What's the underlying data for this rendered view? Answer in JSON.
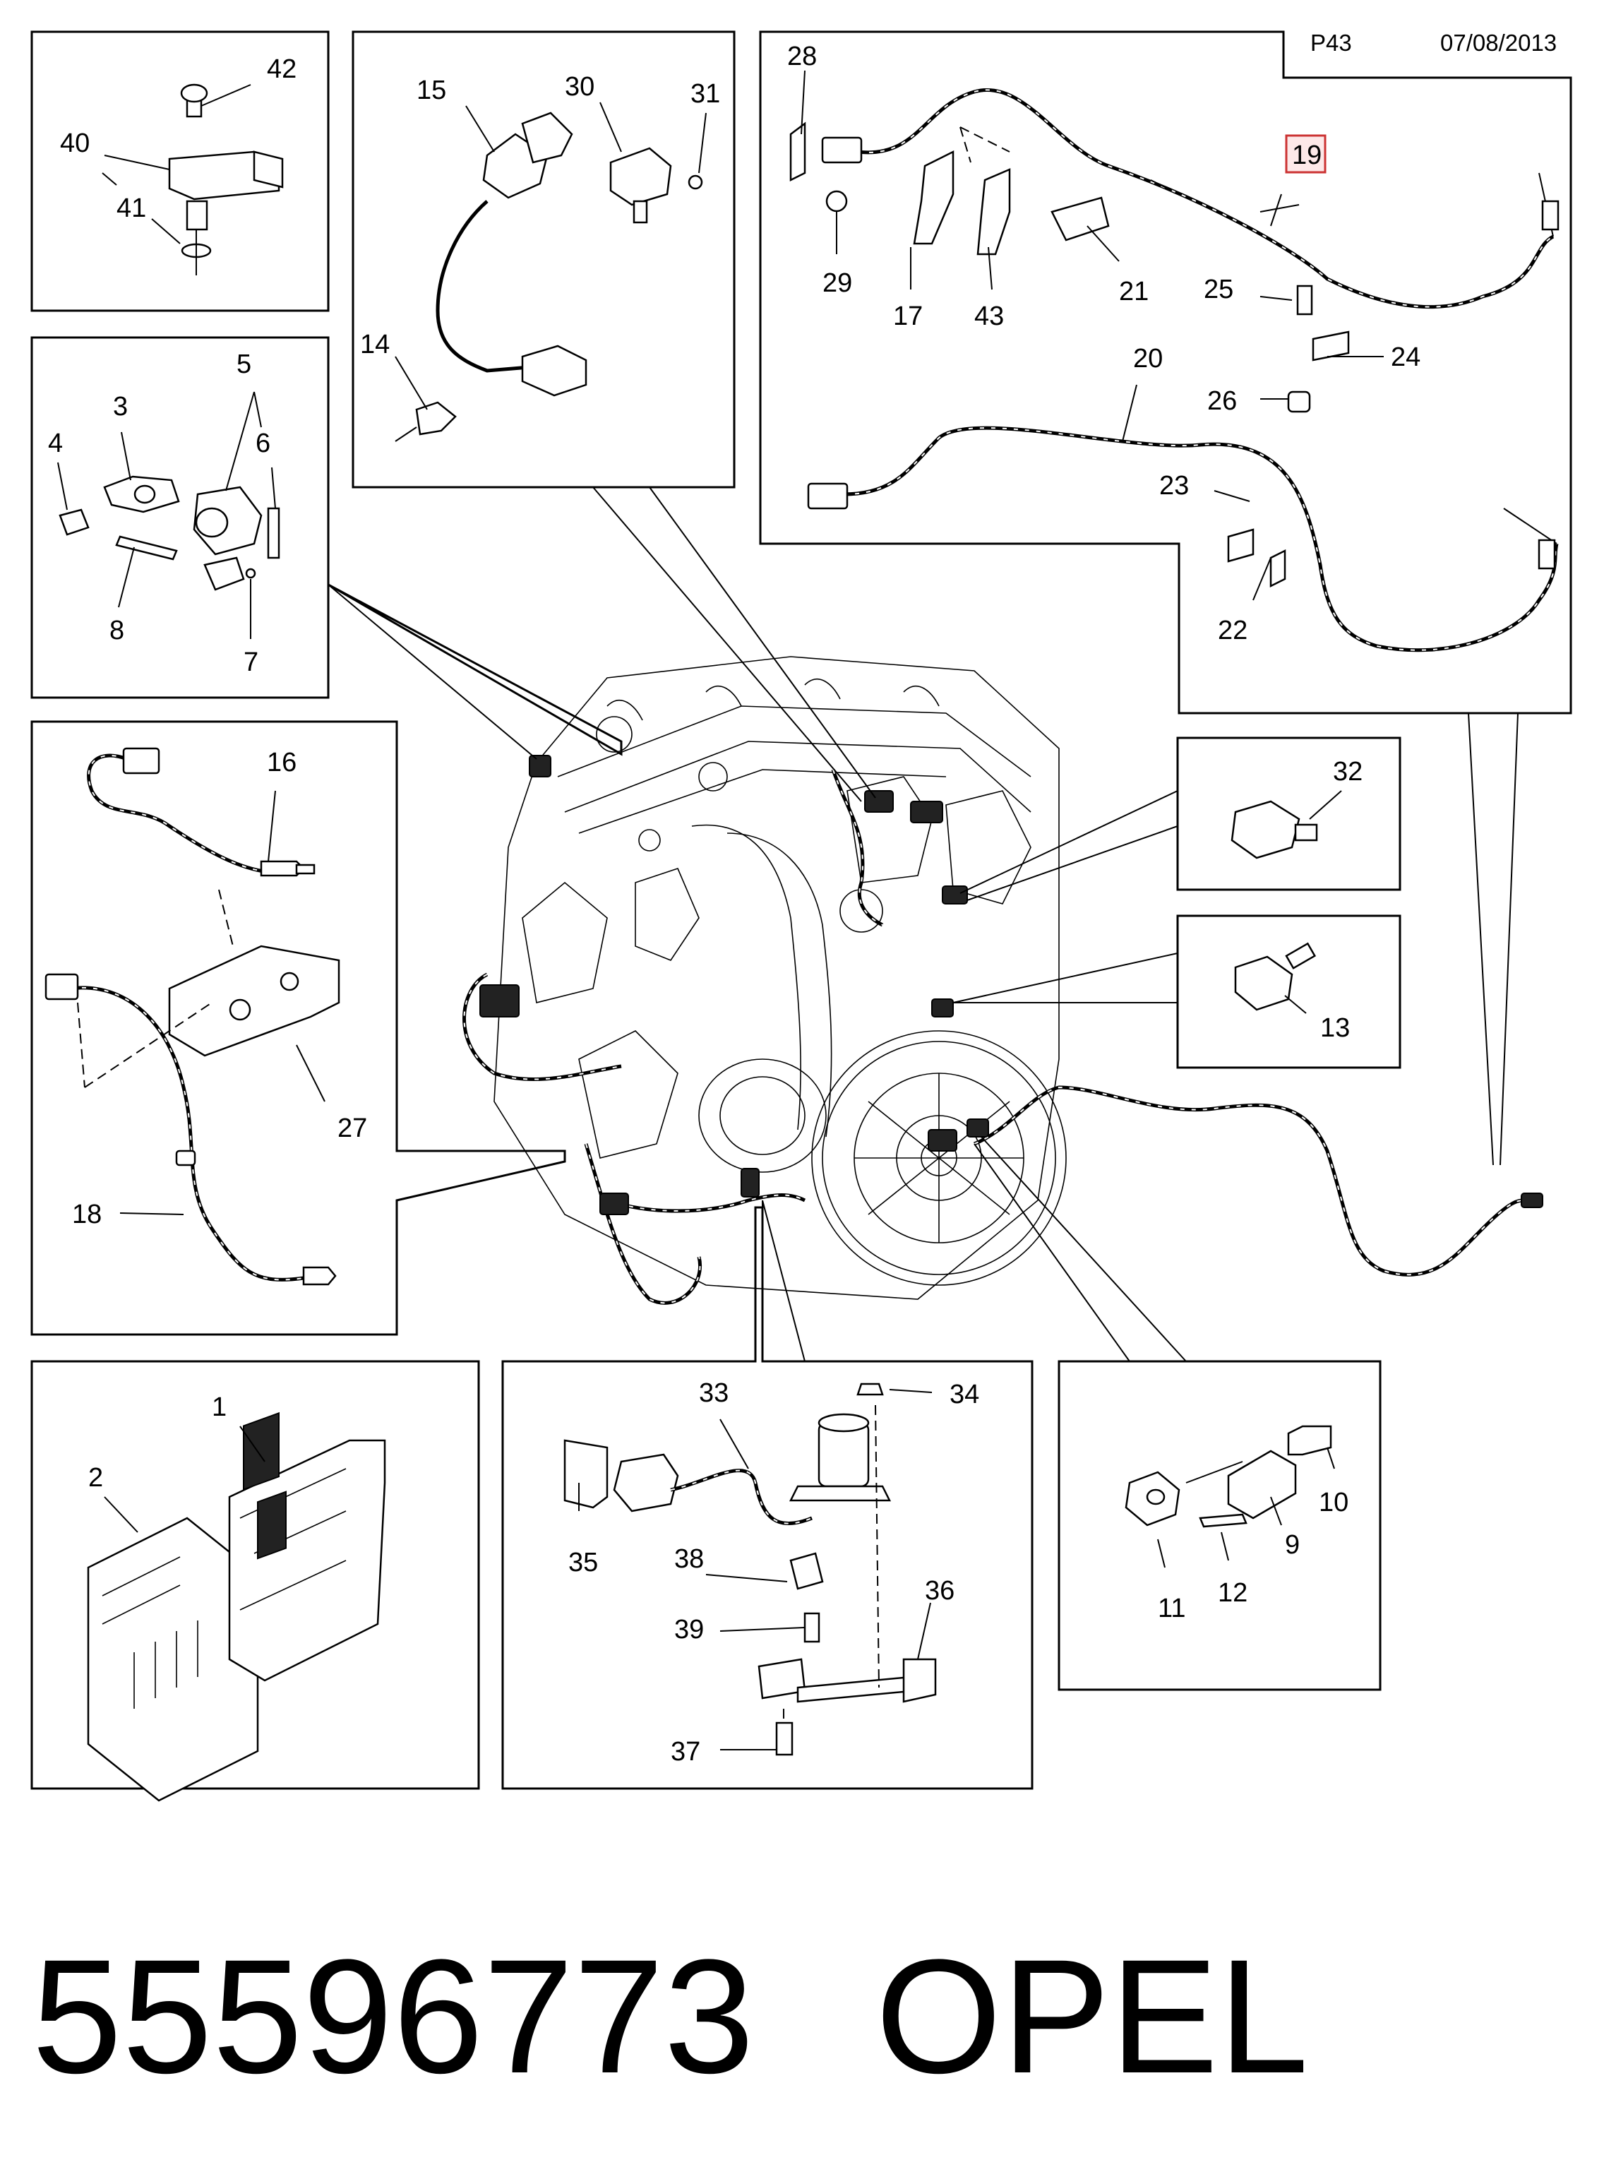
{
  "header": {
    "page": "P43",
    "date": "07/08/2013",
    "highlighted_callout": "19"
  },
  "footer": {
    "part_number": "55596773",
    "brand": "OPEL"
  },
  "callouts": {
    "c1": "1",
    "c2": "2",
    "c3": "3",
    "c4": "4",
    "c5": "5",
    "c6": "6",
    "c7": "7",
    "c8": "8",
    "c9": "9",
    "c10": "10",
    "c11": "11",
    "c12": "12",
    "c13": "13",
    "c14": "14",
    "c15": "15",
    "c16": "16",
    "c17": "17",
    "c18": "18",
    "c20": "20",
    "c21": "21",
    "c22": "22",
    "c23": "23",
    "c24": "24",
    "c25": "25",
    "c26": "26",
    "c27": "27",
    "c28": "28",
    "c29": "29",
    "c30": "30",
    "c31": "31",
    "c32": "32",
    "c33": "33",
    "c34": "34",
    "c35": "35",
    "c36": "36",
    "c37": "37",
    "c38": "38",
    "c39": "39",
    "c40": "40",
    "c41": "41",
    "c42": "42",
    "c43": "43"
  }
}
